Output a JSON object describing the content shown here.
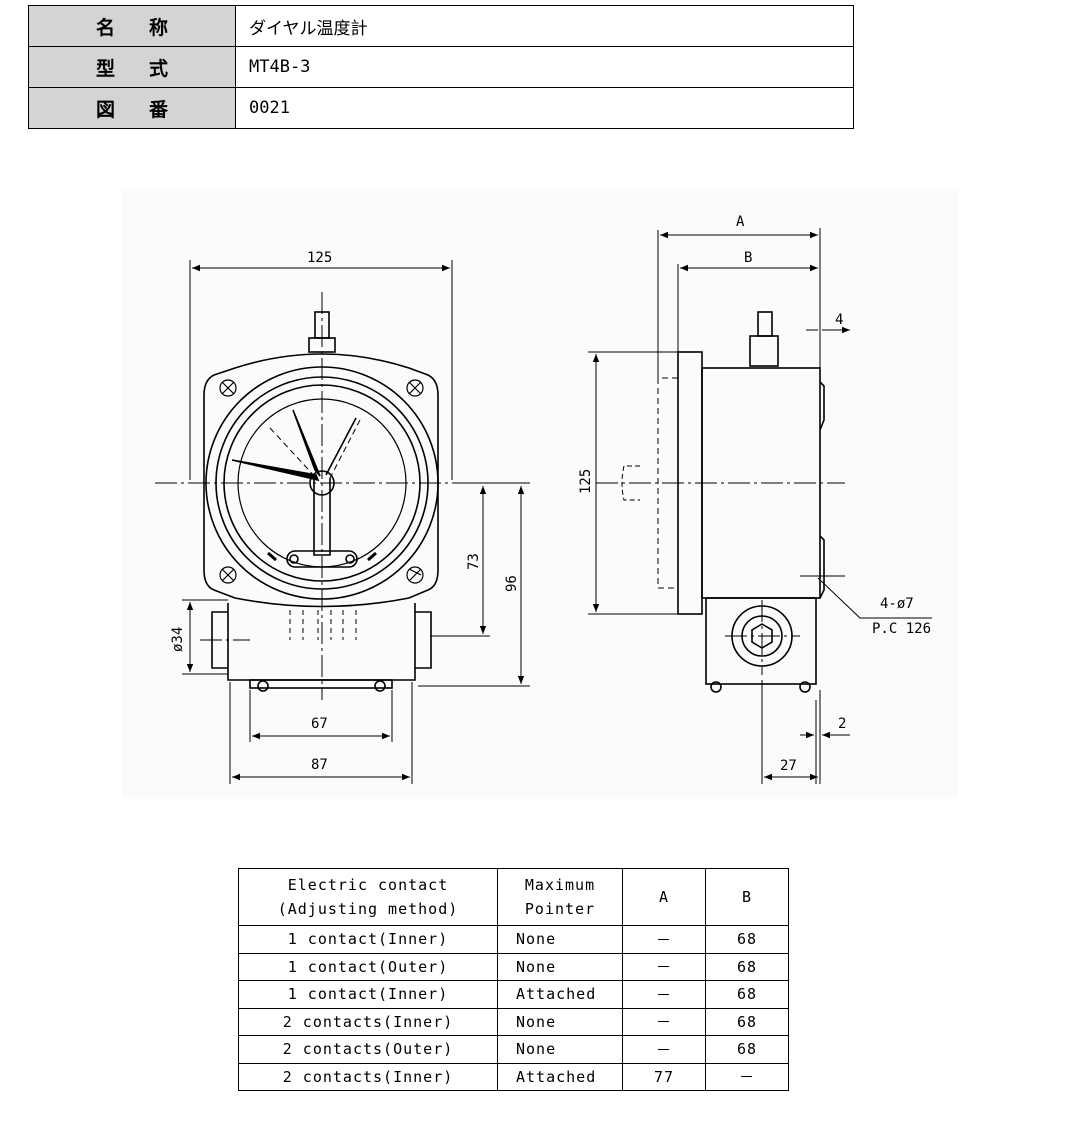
{
  "header": {
    "name_key": "名称",
    "name_value": "ダイヤル温度計",
    "model_key": "型式",
    "model_value": "MT4B-3",
    "drawing_key": "図番",
    "drawing_value": "0021"
  },
  "drawing": {
    "dims": {
      "front_width": "125",
      "center_to_flange": "73",
      "center_to_base": "96",
      "port_dia": "ø34",
      "base_pitch": "67",
      "base_width": "87",
      "side_height": "125",
      "depth_a": "A",
      "depth_b": "B",
      "flange_offset": "4",
      "bolt_holes": "4-ø7",
      "pitch_circle": "P.C 126",
      "base_offset": "2",
      "base_depth": "27"
    }
  },
  "spec_table": {
    "headers": [
      "Electric contact\n(Adjusting method)",
      "Maximum\nPointer",
      "A",
      "B"
    ],
    "rows": [
      [
        "1 contact(Inner)",
        "None",
        "－",
        "68"
      ],
      [
        "1 contact(Outer)",
        "None",
        "－",
        "68"
      ],
      [
        "1 contact(Inner)",
        "Attached",
        "－",
        "68"
      ],
      [
        "2 contacts(Inner)",
        "None",
        "－",
        "68"
      ],
      [
        "2 contacts(Outer)",
        "None",
        "－",
        "68"
      ],
      [
        "2 contacts(Inner)",
        "Attached",
        "77",
        "－"
      ]
    ]
  }
}
